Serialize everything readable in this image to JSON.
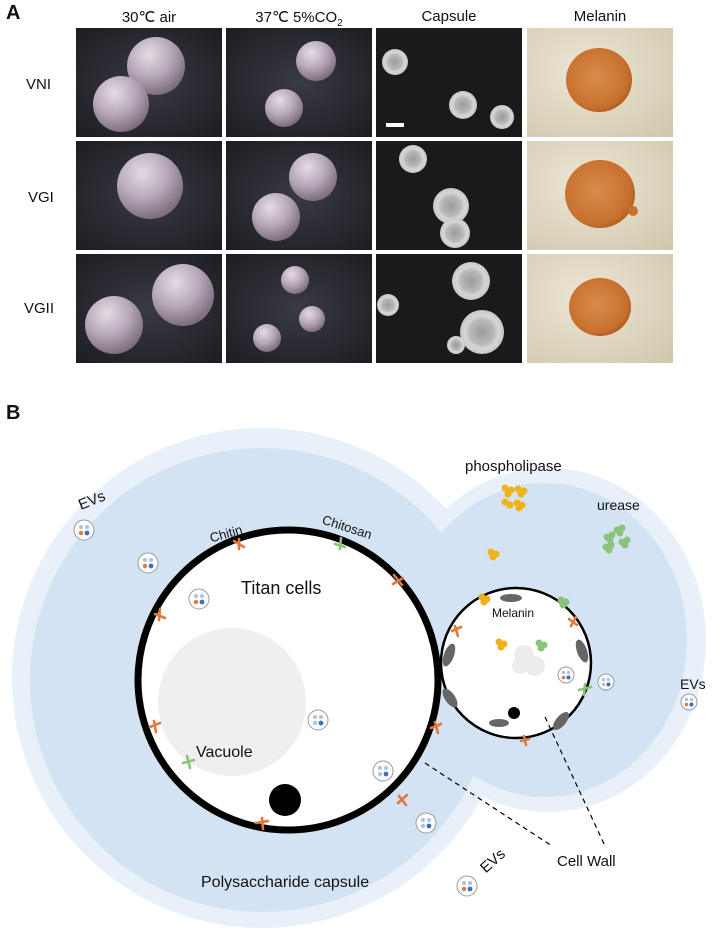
{
  "panel_a": {
    "letter": "A",
    "columns": [
      {
        "text": "30℃  air"
      },
      {
        "text": "37℃  5%CO",
        "sub": "2"
      },
      {
        "text": "Capsule"
      },
      {
        "text": "Melanin"
      }
    ],
    "rows": [
      "VNI",
      "VGI",
      "VGII"
    ]
  },
  "panel_b": {
    "letter": "B",
    "labels": {
      "phospholipase": "phospholipase",
      "urease": "urease",
      "evs_left": "EVs",
      "evs_right": "EVs",
      "evs_bottom": "EVs",
      "chitin": "Chitin",
      "chitosan": "Chitosan",
      "titan": "Titan cells",
      "melanin": "Melanin",
      "vacuole": "Vacuole",
      "cell_wall": "Cell Wall",
      "capsule": "Polysaccharide capsule"
    },
    "colors": {
      "capsule_outer": "#e8f0f9",
      "capsule_inner": "#d4e3f3",
      "chitin": "#e07a3c",
      "chitosan": "#8cc37a",
      "phospholipase": "#f0b218",
      "urease": "#8cc37a"
    }
  }
}
